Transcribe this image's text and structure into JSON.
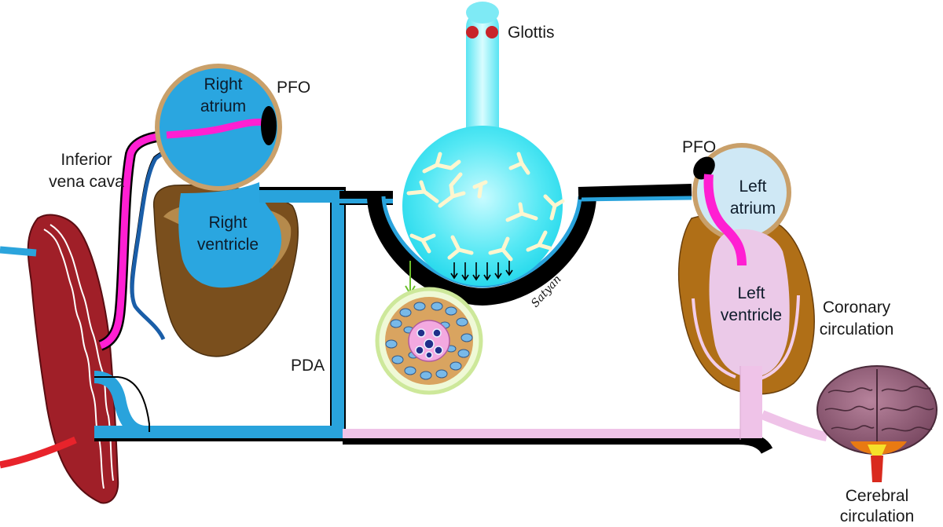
{
  "labels": {
    "glottis": "Glottis",
    "pfo_right": "PFO",
    "pfo_left": "PFO",
    "right_atrium_1": "Right",
    "right_atrium_2": "atrium",
    "right_ventricle_1": "Right",
    "right_ventricle_2": "ventricle",
    "ivc_1": "Inferior",
    "ivc_2": "vena cava",
    "pda": "PDA",
    "left_atrium_1": "Left",
    "left_atrium_2": "atrium",
    "left_ventricle_1": "Left",
    "left_ventricle_2": "ventricle",
    "coronary_1": "Coronary",
    "coronary_2": "circulation",
    "cerebral_1": "Cerebral",
    "cerebral_2": "circulation",
    "signature": "Satyan"
  },
  "colors": {
    "deoxygenated": "#29a3dc",
    "mixed": "#ff1fd2",
    "oxygenated_light": "#efc3e8",
    "lung": "#33e3f0",
    "placenta": "#a0202a",
    "myocardium": "#8a5a22",
    "outline": "#000000"
  }
}
